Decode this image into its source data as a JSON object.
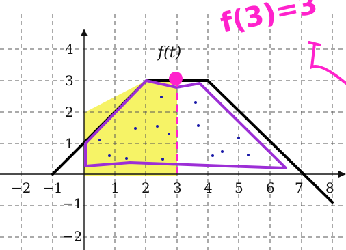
{
  "figure": {
    "title": "f(t)",
    "x_ticks": [
      "−2",
      "−1",
      "1",
      "2",
      "3",
      "4",
      "5",
      "6",
      "7",
      "8"
    ],
    "y_ticks": [
      "4",
      "3",
      "2",
      "1",
      "−1",
      "−2"
    ],
    "handwritten_note": "f(3)=3",
    "colors": {
      "function": "#000000",
      "region_outline": "#9c2ed6",
      "highlight": "#f4f040",
      "annotation": "#ff22cc",
      "dots": "#1a1aa8"
    }
  },
  "chart_data": {
    "type": "line",
    "title": "f(t)",
    "series": [
      {
        "x": [
          -1,
          2,
          4,
          8
        ],
        "y": [
          0,
          3,
          3,
          -1
        ]
      }
    ],
    "highlight_interval": [
      0,
      3
    ],
    "marked_point": {
      "x": 3,
      "y": 3
    },
    "xlim": [
      -2.5,
      8.3
    ],
    "ylim": [
      -2.5,
      4.5
    ],
    "grid": true
  }
}
